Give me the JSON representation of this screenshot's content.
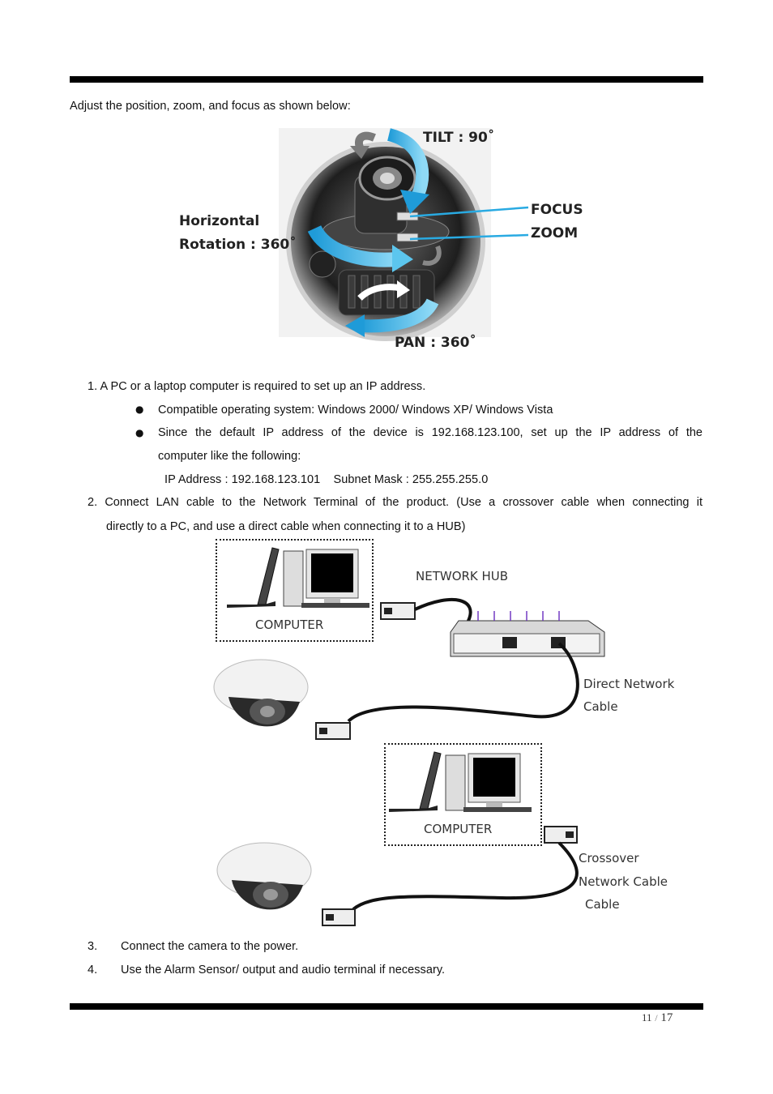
{
  "intro": "Adjust the position, zoom, and focus as shown below:",
  "figure1": {
    "tilt": "TILT : 90˚",
    "focus": "FOCUS",
    "zoom": "ZOOM",
    "horizontal_line1": "Horizontal",
    "horizontal_line2": "Rotation : 360˚",
    "pan": "PAN : 360˚"
  },
  "step1": {
    "text": "1. A PC or a laptop computer is required to set up an IP address.",
    "bullet1": "Compatible operating system: Windows 2000/ Windows XP/ Windows Vista",
    "bullet2_line1": "Since the default IP address of the device is 192.168.123.100, set up the IP address of the",
    "bullet2_line2": "computer like the following:",
    "ip_line": "IP Address : 192.168.123.101    Subnet Mask : 255.255.255.0"
  },
  "step2": {
    "line1": "2. Connect LAN cable to the Network Terminal of the product. (Use a crossover cable when connecting it",
    "line2": "directly to a PC, and use a direct cable when connecting it to a HUB)"
  },
  "figure2": {
    "computer_label_1": "COMPUTER",
    "network_hub": "NETWORK HUB",
    "direct_line1": "Direct Network",
    "direct_line2": "Cable",
    "computer_label_2": "COMPUTER",
    "crossover_line1": "Crossover",
    "crossover_line2": "Network Cable",
    "crossover_line3": "Cable"
  },
  "step3": {
    "num": "3.",
    "text": "Connect the camera to the power."
  },
  "step4": {
    "num": "4.",
    "text": "Use the Alarm Sensor/ output and audio terminal if necessary."
  },
  "footer": {
    "page_current": "11",
    "separator": "/",
    "page_total": "17"
  }
}
